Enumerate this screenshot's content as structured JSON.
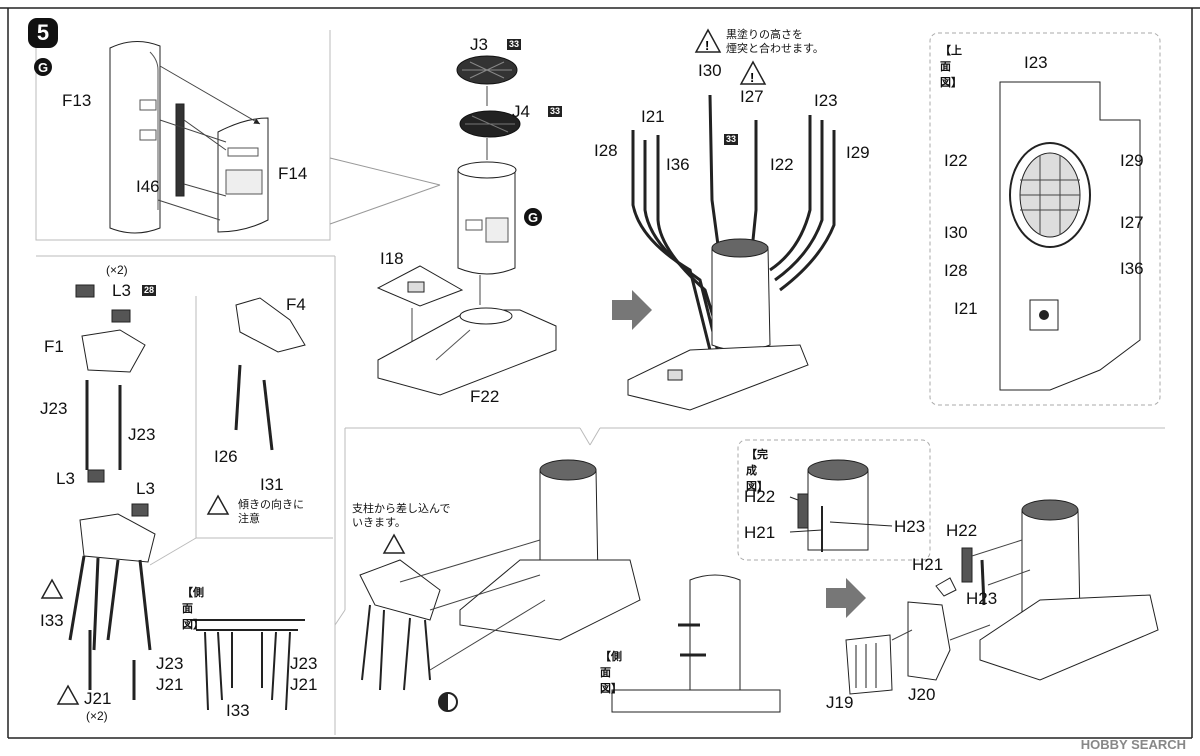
{
  "step": {
    "number": "5"
  },
  "group_marker": "G",
  "panel_a": {
    "f13": "F13",
    "f14": "F14",
    "i46": "I46"
  },
  "panel_b": {
    "j3": "J3",
    "j3_code": "33",
    "j4": "J4",
    "j4_code": "33",
    "g_marker": "G",
    "i18": "I18",
    "f22": "F22"
  },
  "panel_c": {
    "note": "黒塗りの高さを\n煙突と合わせます。",
    "i30": "I30",
    "i27": "I27",
    "code": "33",
    "i21": "I21",
    "i28": "I28",
    "i36": "I36",
    "i22": "I22",
    "i23": "I23",
    "i29": "I29"
  },
  "panel_d": {
    "header": "【上面図】",
    "i23": "I23",
    "i22": "I22",
    "i29": "I29",
    "i30": "I30",
    "i27": "I27",
    "i28": "I28",
    "i36": "I36",
    "i21": "I21"
  },
  "panel_e": {
    "qty_l3": "(×2)",
    "l3_top": "L3",
    "l3_code": "28",
    "f1": "F1",
    "j23_left": "J23",
    "j23_right": "J23",
    "l3_left": "L3",
    "l3_right": "L3",
    "i33": "I33",
    "j21": "J21",
    "qty_j21": "(×2)"
  },
  "panel_f": {
    "f4": "F4",
    "i26": "I26",
    "i31": "I31",
    "note": "傾きの向きに\n注意"
  },
  "side_view_1": {
    "header": "【側面図】",
    "j23_left": "J23",
    "j21_left": "J21",
    "j23_right": "J23",
    "j21_right": "J21",
    "i33": "I33"
  },
  "panel_g": {
    "note": "支柱から差し込んで\nいきます。"
  },
  "side_view_2": {
    "header": "【側面図】"
  },
  "complete_view": {
    "header": "【完成図】",
    "h22": "H22",
    "h21": "H21",
    "h23": "H23"
  },
  "panel_h": {
    "h22": "H22",
    "h21": "H21",
    "h23": "H23",
    "j19": "J19",
    "j20": "J20"
  },
  "watermark": "HOBBY SEARCH"
}
